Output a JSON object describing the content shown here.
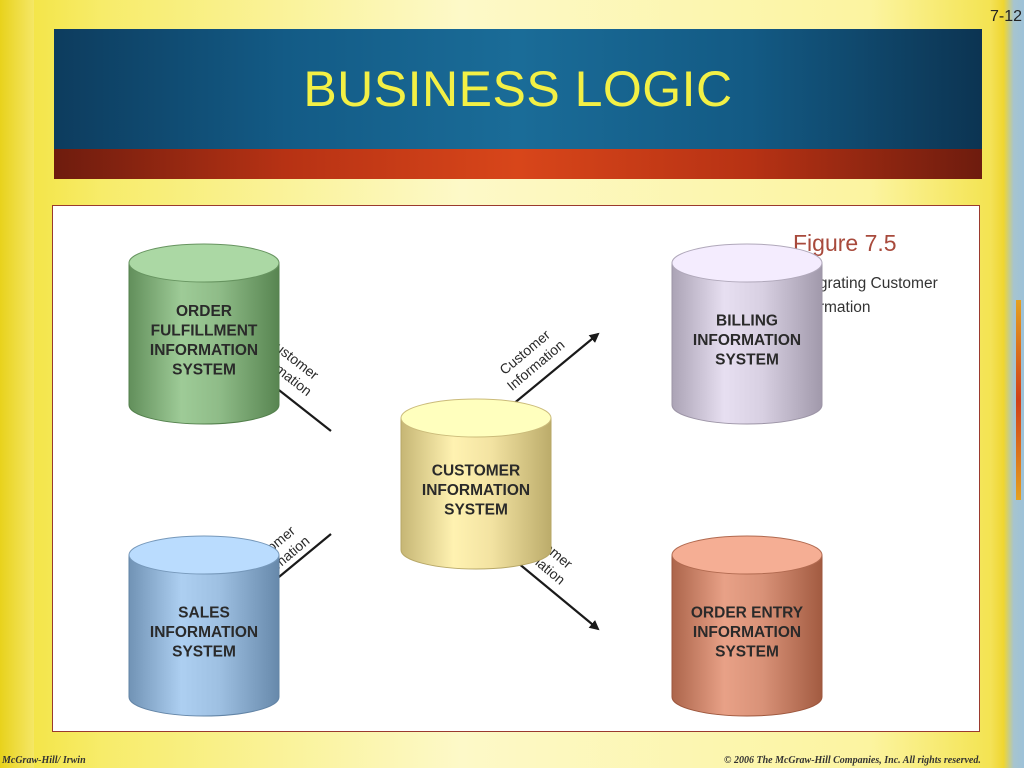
{
  "slide": {
    "number": "7-12",
    "title": "BUSINESS LOGIC"
  },
  "figure": {
    "label": "Figure 7.5",
    "caption_lines": [
      "Integrating Customer",
      "Information"
    ],
    "center_system": {
      "lines": [
        "CUSTOMER",
        "INFORMATION",
        "SYSTEM"
      ],
      "color": "#f3e3a2"
    },
    "systems": [
      {
        "id": "order-fulfillment",
        "lines": [
          "ORDER",
          "FULFILLMENT",
          "INFORMATION",
          "SYSTEM"
        ],
        "color": "#8fbc88"
      },
      {
        "id": "billing",
        "lines": [
          "BILLING",
          "INFORMATION",
          "SYSTEM"
        ],
        "color": "#d8d0e2"
      },
      {
        "id": "sales",
        "lines": [
          "SALES",
          "INFORMATION",
          "SYSTEM"
        ],
        "color": "#9ec0e2"
      },
      {
        "id": "order-entry",
        "lines": [
          "ORDER ENTRY",
          "INFORMATION",
          "SYSTEM"
        ],
        "color": "#d99278"
      }
    ],
    "arrow_label_lines": [
      "Customer",
      "Information"
    ]
  },
  "footer": {
    "left": "McGraw-Hill/ Irwin",
    "right": "© 2006 The McGraw-Hill Companies, Inc. All rights reserved."
  }
}
